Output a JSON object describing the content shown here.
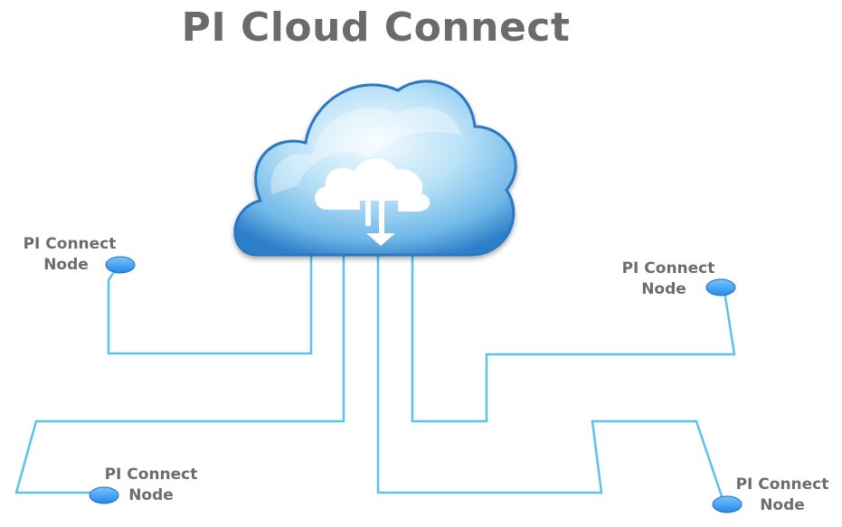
{
  "diagram": {
    "title": "PI Cloud Connect",
    "nodes": [
      {
        "id": "top-left",
        "line1": "PI Connect",
        "line2": "Node"
      },
      {
        "id": "top-right",
        "line1": "PI Connect",
        "line2": "Node"
      },
      {
        "id": "bottom-left",
        "line1": "PI Connect",
        "line2": "Node"
      },
      {
        "id": "bottom-right",
        "line1": "PI Connect",
        "line2": "Node"
      }
    ],
    "colors": {
      "title": "#6b6b6b",
      "label": "#6d6d6d",
      "line": "#5bc3e8",
      "node_fill": "#3aa0f2",
      "cloud_light": "#d8eefb",
      "cloud_dark": "#2f7fc9"
    },
    "icons": {
      "cloud": "cloud-icon",
      "sync": "upload-download-arrows-icon"
    }
  }
}
